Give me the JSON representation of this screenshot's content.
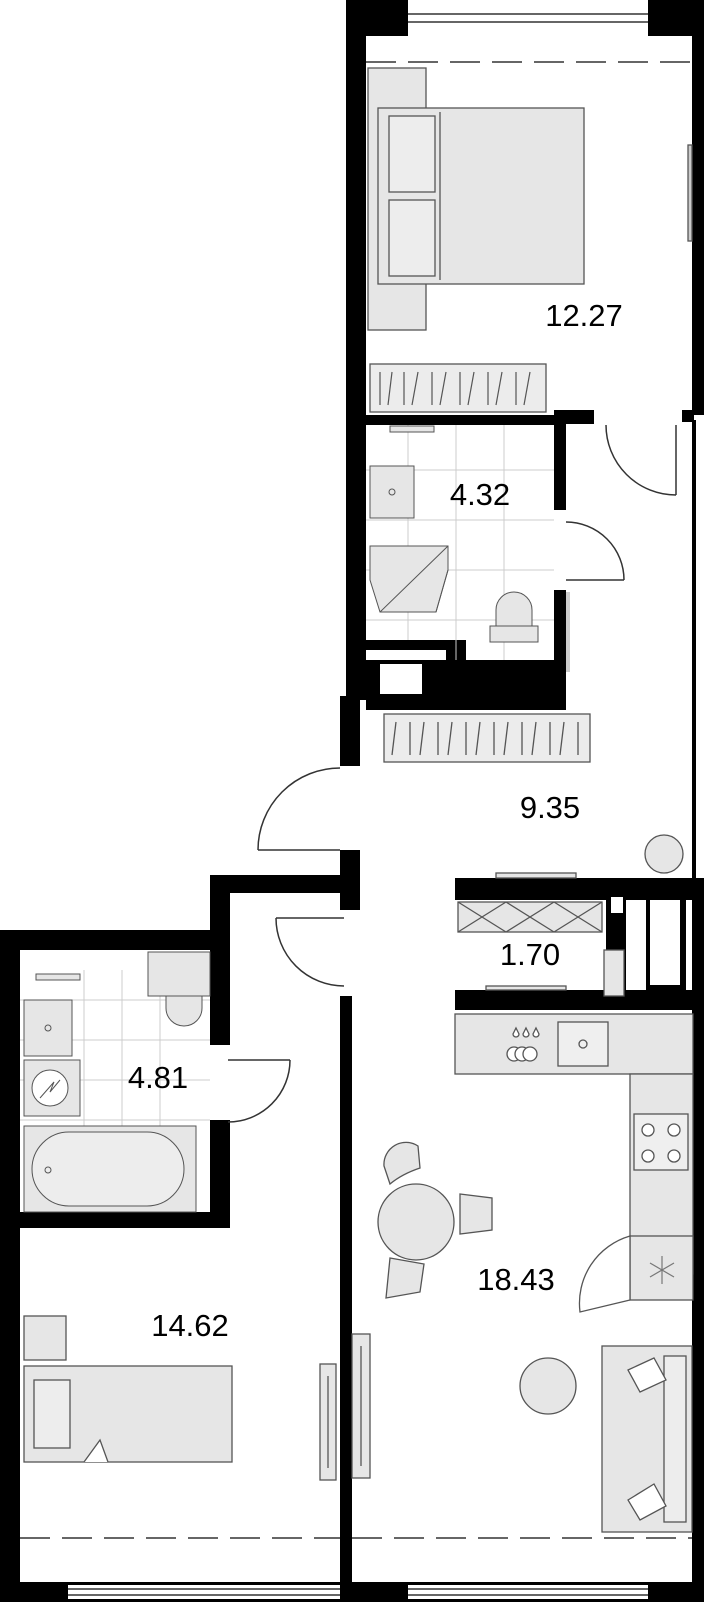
{
  "plan": {
    "colors": {
      "wall": "#000000",
      "furniture_fill": "#e6e6e6",
      "furniture_stroke": "#555555",
      "line": "#333333",
      "background": "#ffffff"
    },
    "rooms": [
      {
        "id": "bedroom-1",
        "area": "12.27"
      },
      {
        "id": "bathroom-1",
        "area": "4.32"
      },
      {
        "id": "hallway",
        "area": "9.35"
      },
      {
        "id": "storage",
        "area": "1.70"
      },
      {
        "id": "bathroom-2",
        "area": "4.81"
      },
      {
        "id": "bedroom-2",
        "area": "14.62"
      },
      {
        "id": "kitchen-living",
        "area": "18.43"
      }
    ]
  }
}
